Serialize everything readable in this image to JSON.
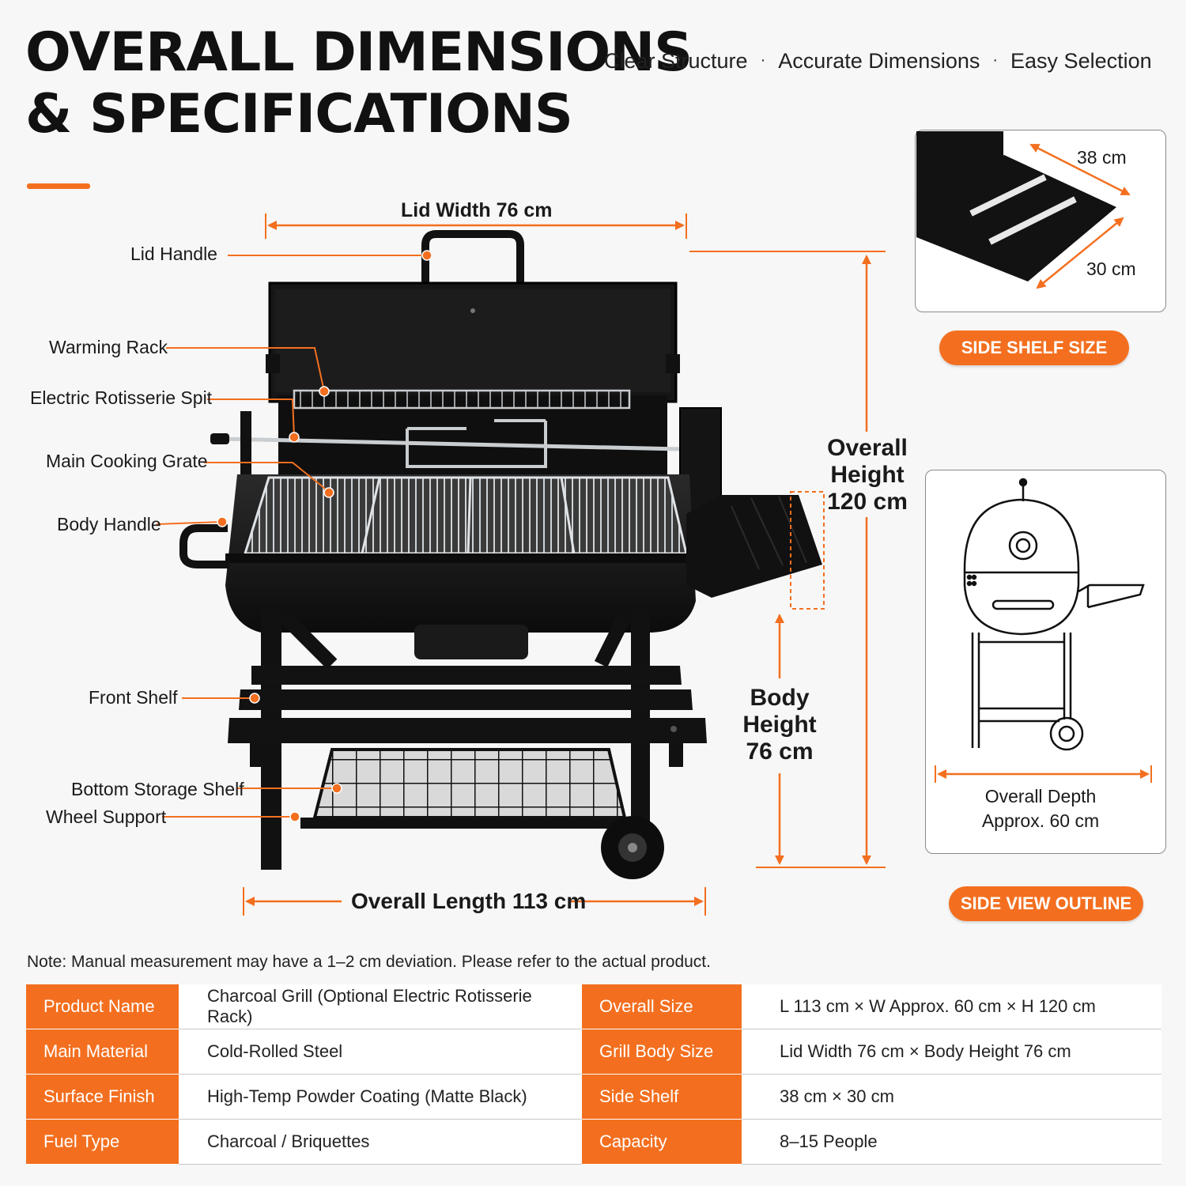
{
  "header": {
    "title_line1": "OVERALL DIMENSIONS",
    "title_line2": "& SPECIFICATIONS",
    "tag1": "Clear Structure",
    "tag2": "Accurate Dimensions",
    "tag3": "Easy Selection",
    "separator": "·"
  },
  "callouts": {
    "lid_handle": "Lid Handle",
    "warming_rack": "Warming Rack",
    "rotisserie_spit": "Electric Rotisserie Spit",
    "cooking_grate": "Main Cooking Grate",
    "body_handle": "Body Handle",
    "front_shelf": "Front Shelf",
    "bottom_shelf": "Bottom Storage Shelf",
    "wheel_support": "Wheel Support"
  },
  "dimensions": {
    "lid_width": "Lid Width 76 cm",
    "overall_length": "Overall Length 113 cm",
    "overall_height_l1": "Overall",
    "overall_height_l2": "Height",
    "overall_height_l3": "120 cm",
    "body_height_l1": "Body",
    "body_height_l2": "Height",
    "body_height_l3": "76 cm"
  },
  "side_shelf_panel": {
    "width_label": "38 cm",
    "depth_label": "30 cm",
    "badge": "SIDE SHELF SIZE"
  },
  "side_view_panel": {
    "depth_l1": "Overall Depth",
    "depth_l2": "Approx. 60 cm",
    "badge": "SIDE VIEW OUTLINE"
  },
  "note": "Note: Manual measurement may have a 1–2 cm deviation. Please refer to the actual product.",
  "specs": [
    {
      "k1": "Product Name",
      "v1": "Charcoal Grill (Optional Electric Rotisserie Rack)",
      "k2": "Overall Size",
      "v2": "L 113 cm × W Approx. 60 cm × H 120 cm"
    },
    {
      "k1": "Main Material",
      "v1": "Cold-Rolled Steel",
      "k2": "Grill Body Size",
      "v2": "Lid Width 76 cm × Body Height 76 cm"
    },
    {
      "k1": "Surface Finish",
      "v1": "High-Temp Powder Coating (Matte Black)",
      "k2": "Side Shelf",
      "v2": "38 cm × 30 cm"
    },
    {
      "k1": "Fuel Type",
      "v1": "Charcoal / Briquettes",
      "k2": "Capacity",
      "v2": "8–15 People"
    }
  ],
  "colors": {
    "accent": "#f36f1f",
    "grill": "#151515",
    "steel": "#bfc3c6"
  }
}
